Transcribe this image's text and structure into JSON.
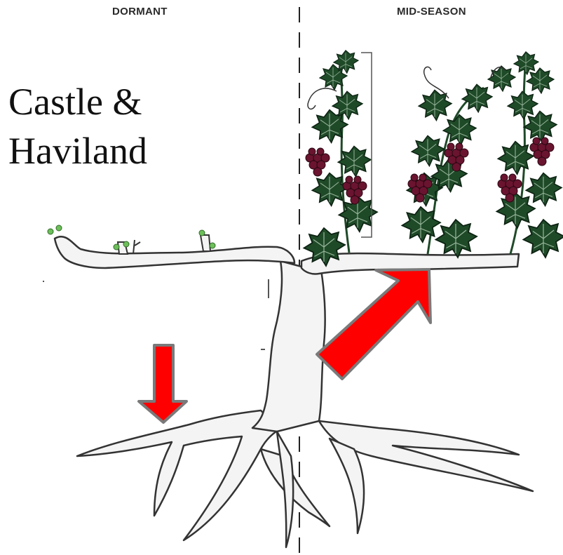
{
  "labels": {
    "dormant": "DORMANT",
    "mid_season": "MID-SEASON"
  },
  "caption": {
    "line1": "Castle &",
    "line2": "Haviland"
  },
  "colors": {
    "arrow_fill": "#ff0000",
    "arrow_stroke": "#7a7a7a",
    "leaf": "#1f4a28",
    "grape": "#6a1430",
    "vine_fill": "#f4f4f4",
    "vine_stroke": "#333333"
  }
}
